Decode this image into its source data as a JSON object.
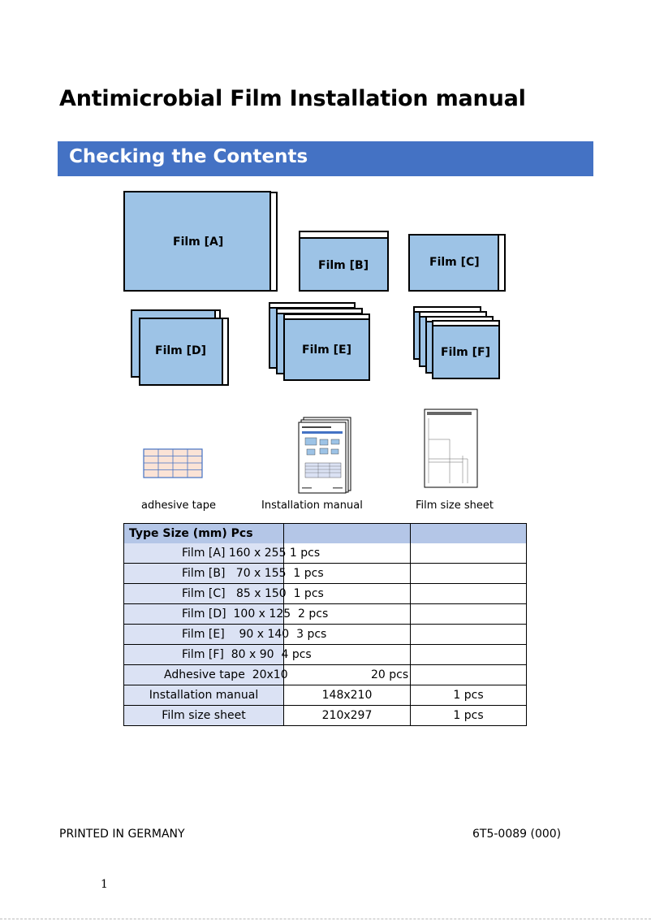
{
  "title": "Antimicrobial Film Installation manual",
  "section_heading": "Checking the Contents",
  "films": {
    "a": "Film [A]",
    "b": "Film [B]",
    "c": "Film [C]",
    "d": "Film [D]",
    "e": "Film [E]",
    "f": "Film [F]"
  },
  "captions": {
    "tape": "adhesive tape",
    "manual": "Installation manual",
    "sheet": "Film size sheet"
  },
  "table": {
    "header": "Type  Size (mm)  Pcs",
    "film_rows": [
      "Film [A]  160 x 255  1 pcs",
      "Film [B]   70 x 155  1 pcs",
      "Film [C]   85 x 150  1 pcs",
      "Film [D]  100 x 125  2 pcs",
      "Film [E]    90 x 140  3 pcs",
      "Film [F]  80 x 90  4 pcs"
    ],
    "tape_row": {
      "label": "Adhesive tape  20x10",
      "pcs": "20 pcs"
    },
    "rows": [
      {
        "type": "Installation manual",
        "size": "148x210",
        "pcs": "1 pcs"
      },
      {
        "type": "Film size sheet",
        "size": "210x297",
        "pcs": "1 pcs"
      }
    ]
  },
  "footer": {
    "left": "PRINTED IN GERMANY",
    "right": "6T5-0089 (000)",
    "page": "1"
  },
  "colors": {
    "banner": "#4472c4",
    "film_fill": "#9dc3e6",
    "header_fill": "#b4c6e7",
    "label_fill": "#dbe2f4"
  }
}
